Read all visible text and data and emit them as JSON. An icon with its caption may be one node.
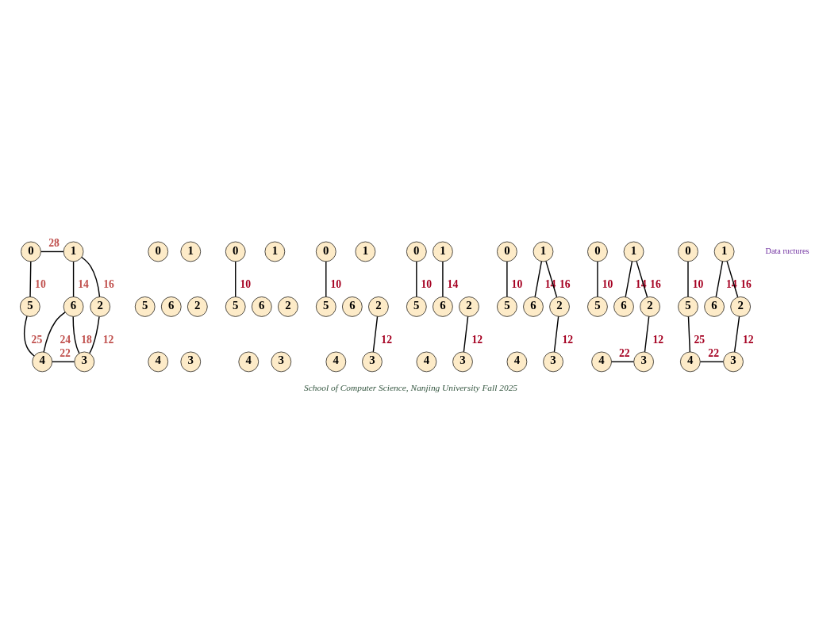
{
  "diagram": {
    "caption": "School of Computer Science, Nanjing University Fall 2025",
    "nodes": [
      {
        "text": [
          "0"
        ]
      },
      {
        "text": [
          "1"
        ]
      },
      {
        "text": [
          "5"
        ]
      },
      {
        "text": [
          "6"
        ]
      },
      {
        "text": [
          "2"
        ]
      },
      {
        "text": [
          "4"
        ]
      },
      {
        "text": [
          "3"
        ]
      },
      {
        "text": [
          "0"
        ]
      },
      {
        "text": [
          "1"
        ]
      },
      {
        "text": [
          "5"
        ]
      },
      {
        "text": [
          "6"
        ]
      },
      {
        "text": [
          "2"
        ]
      },
      {
        "text": [
          "4"
        ]
      },
      {
        "text": [
          "3"
        ]
      },
      {
        "text": [
          "0"
        ]
      },
      {
        "text": [
          "1"
        ]
      },
      {
        "text": [
          "5"
        ]
      },
      {
        "text": [
          "6"
        ]
      },
      {
        "text": [
          "2"
        ]
      },
      {
        "text": [
          "4"
        ]
      },
      {
        "text": [
          "3"
        ]
      },
      {
        "text": [
          "0"
        ]
      },
      {
        "text": [
          "1"
        ]
      },
      {
        "text": [
          "5"
        ]
      },
      {
        "text": [
          "6"
        ]
      },
      {
        "text": [
          "2"
        ]
      },
      {
        "text": [
          "4"
        ]
      },
      {
        "text": [
          "3"
        ]
      },
      {
        "text": [
          "0"
        ]
      },
      {
        "text": [
          "1"
        ]
      },
      {
        "text": [
          "5"
        ]
      },
      {
        "text": [
          "6"
        ]
      },
      {
        "text": [
          "2"
        ]
      },
      {
        "text": [
          "4"
        ]
      },
      {
        "text": [
          "3"
        ]
      },
      {
        "text": [
          "0"
        ]
      },
      {
        "text": [
          "1"
        ]
      },
      {
        "text": [
          "5"
        ]
      },
      {
        "text": [
          "6"
        ]
      },
      {
        "text": [
          "2"
        ]
      },
      {
        "text": [
          "4"
        ]
      },
      {
        "text": [
          "3"
        ]
      },
      {
        "text": [
          "0"
        ]
      },
      {
        "text": [
          "1"
        ]
      },
      {
        "text": [
          "5"
        ]
      },
      {
        "text": [
          "6"
        ]
      },
      {
        "text": [
          "2"
        ]
      },
      {
        "text": [
          "4"
        ]
      },
      {
        "text": [
          "3"
        ]
      },
      {
        "text": [
          "0"
        ]
      },
      {
        "text": [
          "1"
        ]
      },
      {
        "text": [
          "5"
        ]
      },
      {
        "text": [
          "6"
        ]
      },
      {
        "text": [
          "2"
        ]
      },
      {
        "text": [
          "4"
        ]
      },
      {
        "text": [
          "3"
        ]
      }
    ],
    "edges": [
      {
        "from": 0,
        "to": 1,
        "arrow": "none",
        "label": "28"
      },
      {
        "from": 0,
        "to": 2,
        "arrow": "none",
        "label": "10"
      },
      {
        "from": 1,
        "to": 3,
        "arrow": "none",
        "label": "14"
      },
      {
        "from": 1,
        "to": 4,
        "arrow": "none",
        "label": "16"
      },
      {
        "from": 2,
        "to": 5,
        "arrow": "none",
        "label": "25"
      },
      {
        "from": 3,
        "to": 5,
        "arrow": "none",
        "label": "24"
      },
      {
        "from": 3,
        "to": 6,
        "arrow": "none",
        "label": "18"
      },
      {
        "from": 4,
        "to": 6,
        "arrow": "none",
        "label": "12"
      },
      {
        "from": 5,
        "to": 6,
        "arrow": "none",
        "label": "22"
      },
      {
        "from": 14,
        "to": 16,
        "arrow": "none",
        "label": "10"
      },
      {
        "from": 21,
        "to": 23,
        "arrow": "none",
        "label": "10"
      },
      {
        "from": 25,
        "to": 27,
        "arrow": "none",
        "label": "12"
      },
      {
        "from": 28,
        "to": 30,
        "arrow": "none",
        "label": "10"
      },
      {
        "from": 29,
        "to": 31,
        "arrow": "none",
        "label": "14"
      },
      {
        "from": 32,
        "to": 34,
        "arrow": "none",
        "label": "12"
      },
      {
        "from": 35,
        "to": 37,
        "arrow": "none",
        "label": "10"
      },
      {
        "from": 36,
        "to": 38,
        "arrow": "none",
        "label": "14"
      },
      {
        "from": 36,
        "to": 39,
        "arrow": "none",
        "label": "16"
      },
      {
        "from": 39,
        "to": 41,
        "arrow": "none",
        "label": "12"
      },
      {
        "from": 42,
        "to": 44,
        "arrow": "none",
        "label": "10"
      },
      {
        "from": 43,
        "to": 45,
        "arrow": "none",
        "label": "14"
      },
      {
        "from": 43,
        "to": 46,
        "arrow": "none",
        "label": "16"
      },
      {
        "from": 46,
        "to": 48,
        "arrow": "none",
        "label": "12"
      },
      {
        "from": 47,
        "to": 48,
        "arrow": "none",
        "label": "22"
      },
      {
        "from": 49,
        "to": 51,
        "arrow": "none",
        "label": "10"
      },
      {
        "from": 50,
        "to": 52,
        "arrow": "none",
        "label": "14"
      },
      {
        "from": 50,
        "to": 53,
        "arrow": "none",
        "label": "16"
      },
      {
        "from": 51,
        "to": 54,
        "arrow": "none",
        "label": "25"
      },
      {
        "from": 53,
        "to": 55,
        "arrow": "none",
        "label": "12"
      },
      {
        "from": 54,
        "to": 55,
        "arrow": "none",
        "label": "22"
      }
    ],
    "labels": [
      "Data ructures"
    ]
  }
}
